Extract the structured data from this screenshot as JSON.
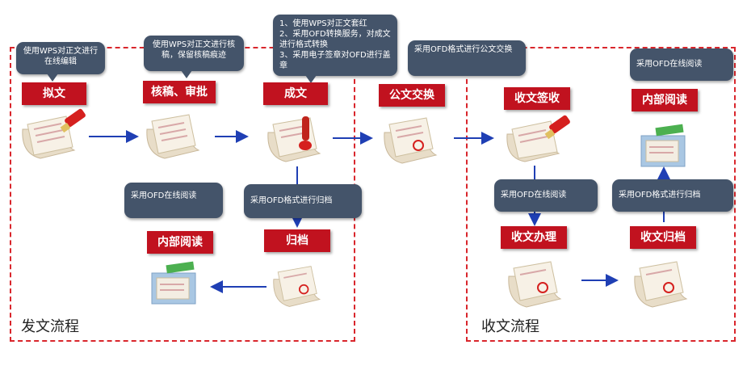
{
  "groups": {
    "send_title": "发文流程",
    "receive_title": "收文流程"
  },
  "steps": {
    "draft": "拟文",
    "review": "核稿、审批",
    "finalize": "成文",
    "exchange": "公文交换",
    "internal_read_send": "内部阅读",
    "archive_send": "归档",
    "receive_sign": "收文签收",
    "receive_handle": "收文办理",
    "receive_archive": "收文归档",
    "internal_read_receive": "内部阅读"
  },
  "notes": {
    "draft": "使用WPS对正文进行在线编辑",
    "review": "使用WPS对正文进行核稿，保留核稿痕迹",
    "finalize": "1、使用WPS对正文套红\n2、采用OFD转换服务，对成文进行格式转换\n3、采用电子签章对OFD进行盖章",
    "exchange": "采用OFD格式进行公文交换",
    "read_send": "采用OFD在线阅读",
    "archive_send": "采用OFD格式进行归档",
    "read_handle": "采用OFD在线阅读",
    "archive_receive": "采用OFD格式进行归档",
    "read_receive": "采用OFD在线阅读"
  },
  "colors": {
    "step_fill": "#c1121f",
    "bubble_fill": "#44546a",
    "dashed_border": "#d9262c",
    "arrow": "#1f3fb4"
  },
  "icons": [
    "draft-doc-icon",
    "document-icon",
    "sealed-document-icon",
    "folder-icon"
  ]
}
